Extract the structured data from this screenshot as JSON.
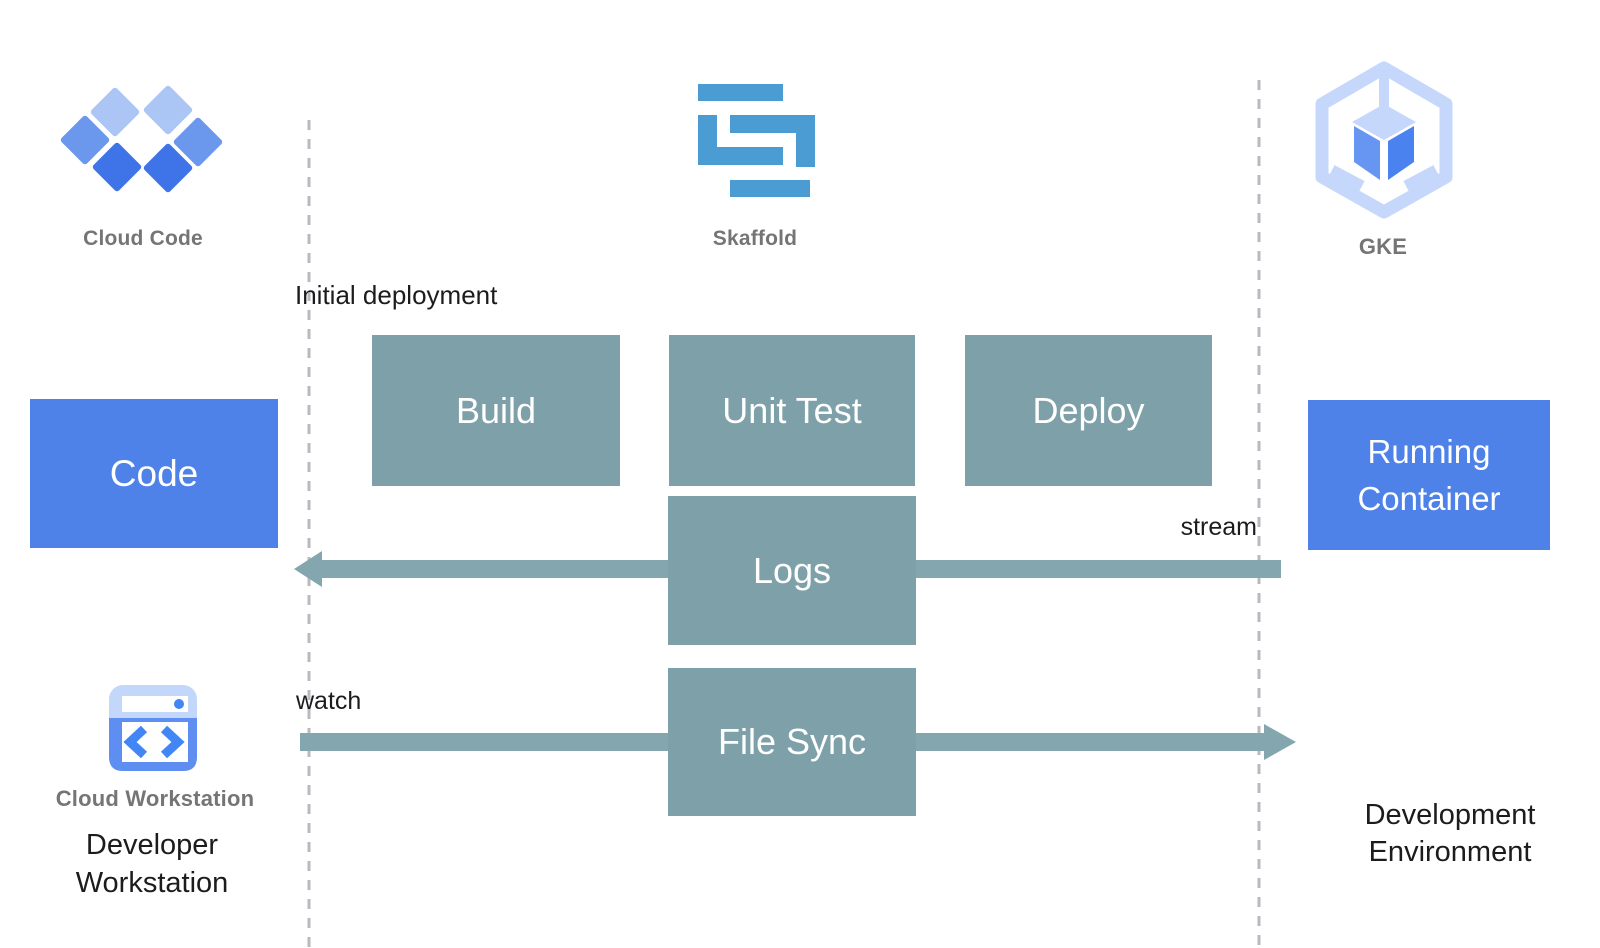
{
  "palette": {
    "process_box_teal": "#7EA1A9",
    "arrow_teal": "#84A7AF",
    "artifact_box_blue": "#4E82E9",
    "tool_label_gray": "#757575",
    "text_black": "#1c1c1c",
    "dashed_line_gray": "#b9b9c1",
    "skaffold_blue": "#4A9CD2",
    "google_blue": "#4285F4",
    "icon_light_blue": "#C5D7FA",
    "icon_medium_blue": "#6B97EC"
  },
  "tools": {
    "cloud_code": {
      "label": "Cloud Code"
    },
    "skaffold": {
      "label": "Skaffold"
    },
    "gke": {
      "label": "GKE"
    },
    "cloud_workstation": {
      "label": "Cloud Workstation"
    }
  },
  "nodes": {
    "code": "Code",
    "build": "Build",
    "unit_test": "Unit Test",
    "deploy": "Deploy",
    "logs": "Logs",
    "file_sync": "File Sync",
    "running_container": "Running Container"
  },
  "annotations": {
    "initial_deployment": "Initial deployment",
    "stream": "stream",
    "watch": "watch",
    "developer_workstation": "Developer Workstation",
    "development_environment": "Development Environment"
  }
}
